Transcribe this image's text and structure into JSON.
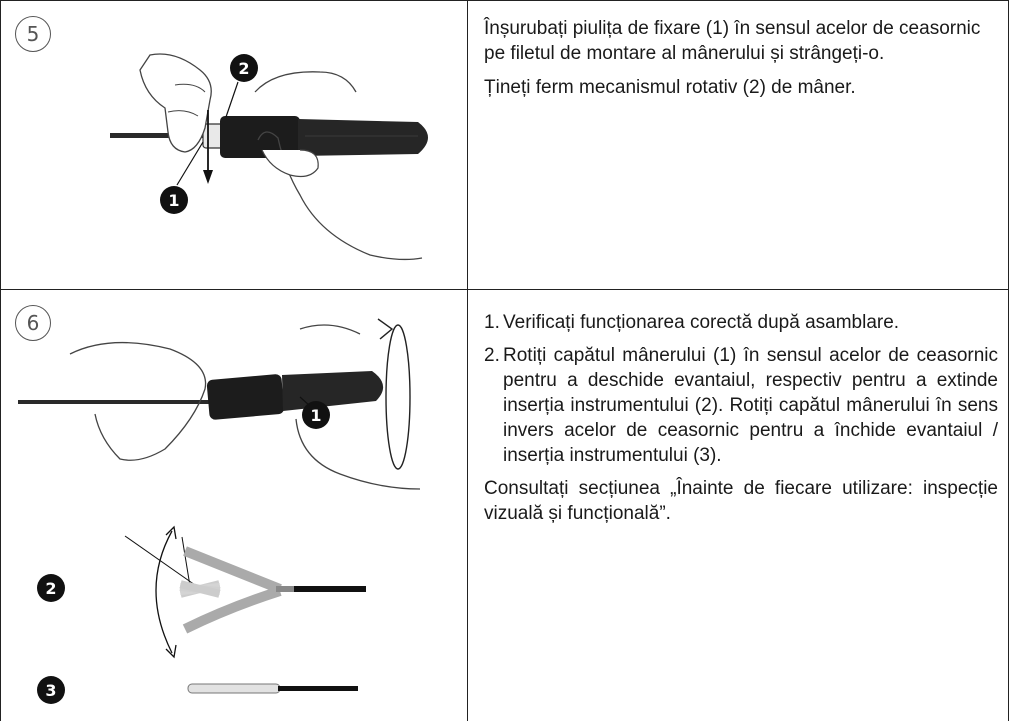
{
  "rows": [
    {
      "step": "5",
      "callouts": [
        "2",
        "1"
      ],
      "paragraphs": [
        "Înșurubați piulița de fixare (1) în sensul acelor de ceasornic pe filetul de montare al mânerului și strângeți-o.",
        "Țineți ferm mecanismul rotativ (2) de mâner."
      ]
    },
    {
      "step": "6",
      "callouts": [
        "1",
        "2",
        "3"
      ],
      "list": [
        {
          "num": "1.",
          "text": "Verificați funcționarea corectă după asamblare."
        },
        {
          "num": "2.",
          "text": "Rotiți capătul mânerului (1) în sensul acelor de ceasornic pentru a deschide evantaiul, respectiv pentru a extinde inserția instrumentului (2). Rotiți capătul mânerului în sens invers acelor de ceasornic pentru a închide evantaiul / inserția instrumentului (3)."
        }
      ],
      "footer": "Consultați secțiunea „Înainte de fiecare utilizare: inspecție vizuală și funcțională”."
    }
  ]
}
